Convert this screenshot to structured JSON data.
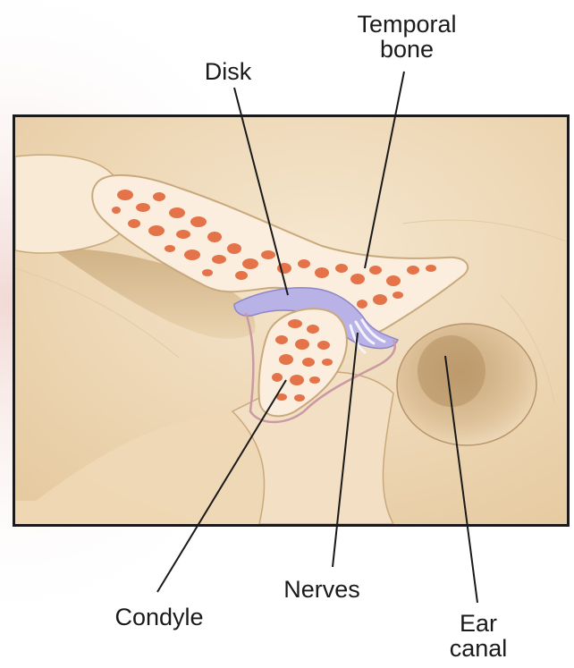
{
  "labels": {
    "disk": "Disk",
    "temporal_bone": [
      "Temporal",
      "bone"
    ],
    "condyle": "Condyle",
    "nerves": "Nerves",
    "ear_canal": [
      "Ear",
      "canal"
    ]
  },
  "colors": {
    "tissue": "#f1dcbd",
    "tissue_shadow": "#d9bf98",
    "bone": "#fbeede",
    "marrow": "#e2663a",
    "disk": "#b9b2e6",
    "frame": "#1a1a1a",
    "leader": "#1a1a1a"
  }
}
